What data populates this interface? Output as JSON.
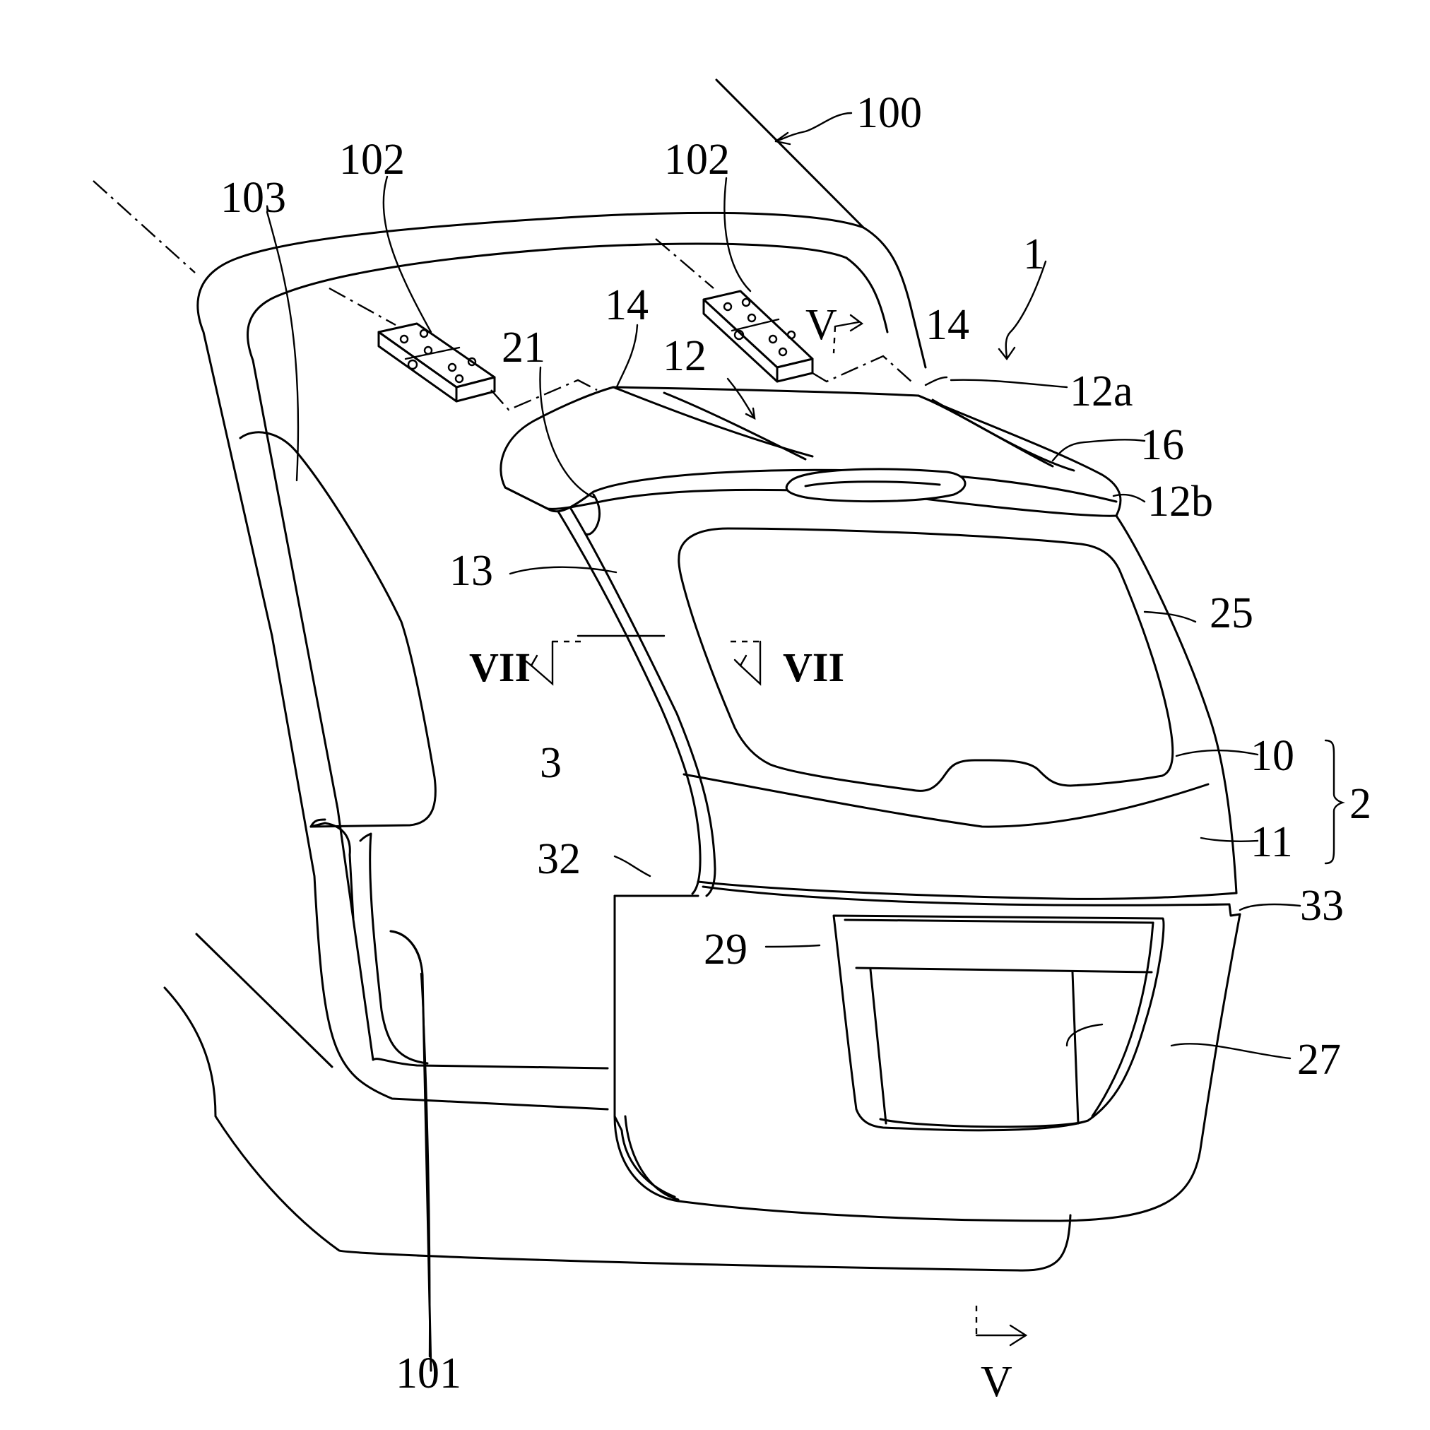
{
  "labels": {
    "l100": "100",
    "l102a": "102",
    "l102b": "102",
    "l103": "103",
    "l1": "1",
    "l14a": "14",
    "l14b": "14",
    "l21": "21",
    "l12": "12",
    "l12a": "12a",
    "l16": "16",
    "l12b": "12b",
    "l13": "13",
    "l25": "25",
    "l3": "3",
    "l10": "10",
    "l2": "2",
    "l11": "11",
    "l32": "32",
    "l33": "33",
    "l29": "29",
    "l27": "27",
    "l101": "101"
  },
  "section_marks": {
    "vii_left": "VII",
    "vii_right": "VII",
    "v_top": "V",
    "v_bottom": "V"
  }
}
